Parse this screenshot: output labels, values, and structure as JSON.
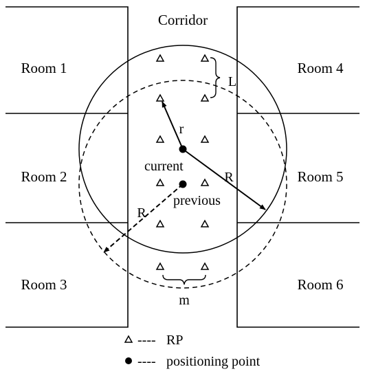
{
  "labels": {
    "corridor": "Corridor",
    "room1": "Room 1",
    "room2": "Room 2",
    "room3": "Room 3",
    "room4": "Room 4",
    "room5": "Room 5",
    "room6": "Room 6",
    "r_small": "r",
    "R_current": "R",
    "R_previous": "R",
    "L": "L",
    "m": "m",
    "current": "current",
    "previous": "previous"
  },
  "legend": {
    "rp": "RP",
    "positioning": "positioning point",
    "dashes": "----"
  }
}
